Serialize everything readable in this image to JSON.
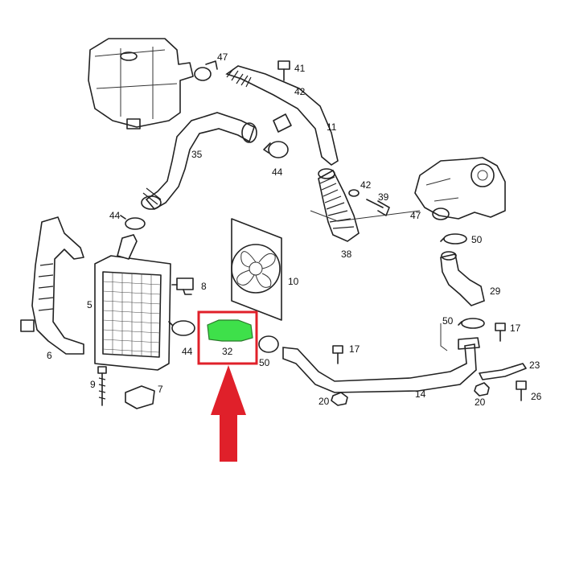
{
  "colors": {
    "highlight_box": "#e0202a",
    "highlight_part": "#3ee04a",
    "arrow": "#e0202a",
    "line": "#222222"
  },
  "highlight": {
    "part_label": "32"
  },
  "labels": {
    "p47a": "47",
    "p41": "41",
    "p42a": "42",
    "p11": "11",
    "p35": "35",
    "p44a": "44",
    "p42b": "42",
    "p39": "39",
    "p47b": "47",
    "p50a": "50",
    "p38": "38",
    "p44b": "44",
    "p10": "10",
    "p8": "8",
    "p5": "5",
    "p29": "29",
    "p6": "6",
    "p50b": "50",
    "p17a": "17",
    "p44c": "44",
    "p32": "32",
    "p50c": "50",
    "p17b": "17",
    "p23": "23",
    "p9": "9",
    "p7": "7",
    "p14": "14",
    "p20a": "20",
    "p20b": "20",
    "p26": "26"
  }
}
